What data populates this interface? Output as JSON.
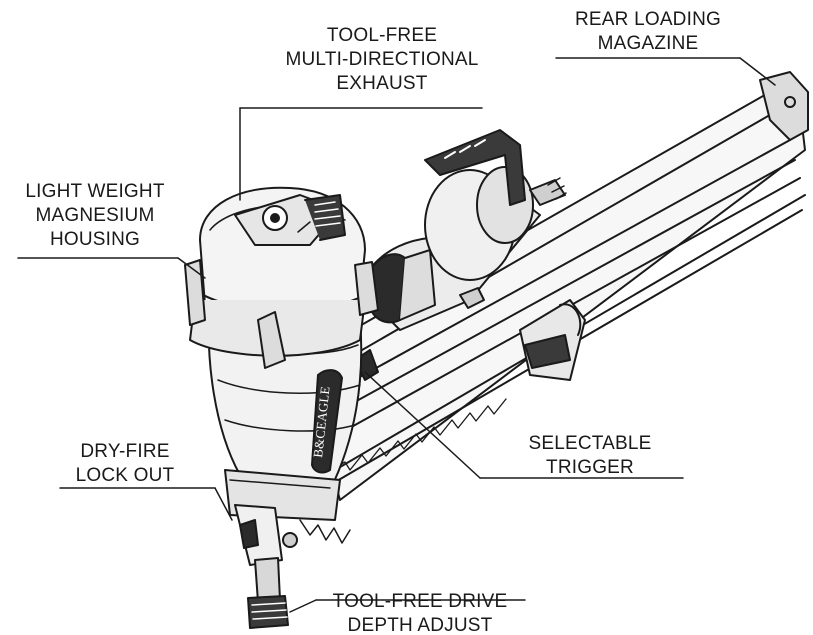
{
  "callouts": {
    "exhaust": [
      "TOOL-FREE",
      "MULTI-DIRECTIONAL",
      "EXHAUST"
    ],
    "magazine": [
      "REAR LOADING",
      "MAGAZINE"
    ],
    "housing": [
      "LIGHT WEIGHT",
      "MAGNESIUM",
      "HOUSING"
    ],
    "trigger": [
      "SELECTABLE",
      "TRIGGER"
    ],
    "dryfire": [
      "DRY-FIRE",
      "LOCK OUT"
    ],
    "depth": [
      "TOOL-FREE DRIVE",
      "DEPTH ADJUST"
    ]
  },
  "brand": "B&CEAGLE",
  "colors": {
    "ink": "#1a1a1a",
    "body_fill": "#f2f2f2",
    "grip_fill": "#2b2b2b"
  }
}
